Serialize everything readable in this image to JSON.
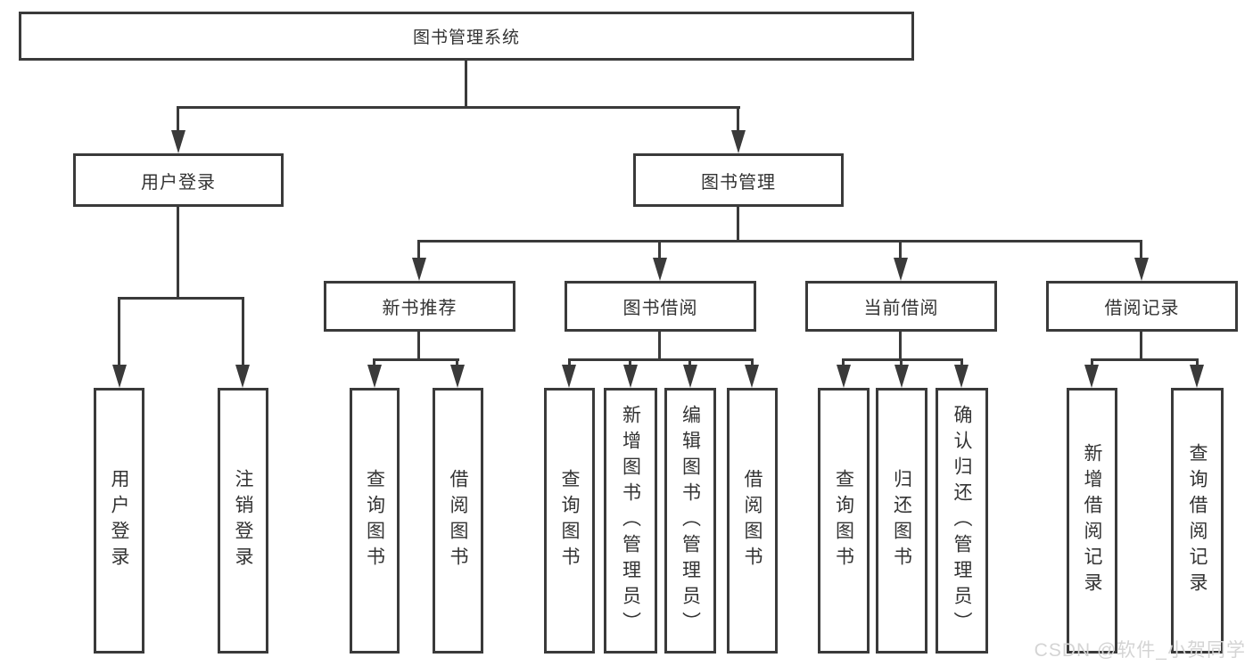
{
  "tree": {
    "root": "图书管理系统",
    "branches": [
      {
        "label": "用户登录",
        "children": [
          "用户登录",
          "注销登录"
        ]
      },
      {
        "label": "图书管理",
        "children": [
          {
            "label": "新书推荐",
            "children": [
              "查询图书",
              "借阅图书"
            ]
          },
          {
            "label": "图书借阅",
            "children": [
              "查询图书",
              "新增图书（管理员）",
              "编辑图书（管理员）",
              "借阅图书"
            ]
          },
          {
            "label": "当前借阅",
            "children": [
              "查询图书",
              "归还图书",
              "确认归还（管理员）"
            ]
          },
          {
            "label": "借阅记录",
            "children": [
              "新增借阅记录",
              "查询借阅记录"
            ]
          }
        ]
      }
    ]
  },
  "watermark": "CSDN @软件_小贺同学",
  "colors": {
    "line": "#3a3a3a",
    "text": "#333333",
    "watermark": "#d4d4d4",
    "background": "#ffffff"
  }
}
